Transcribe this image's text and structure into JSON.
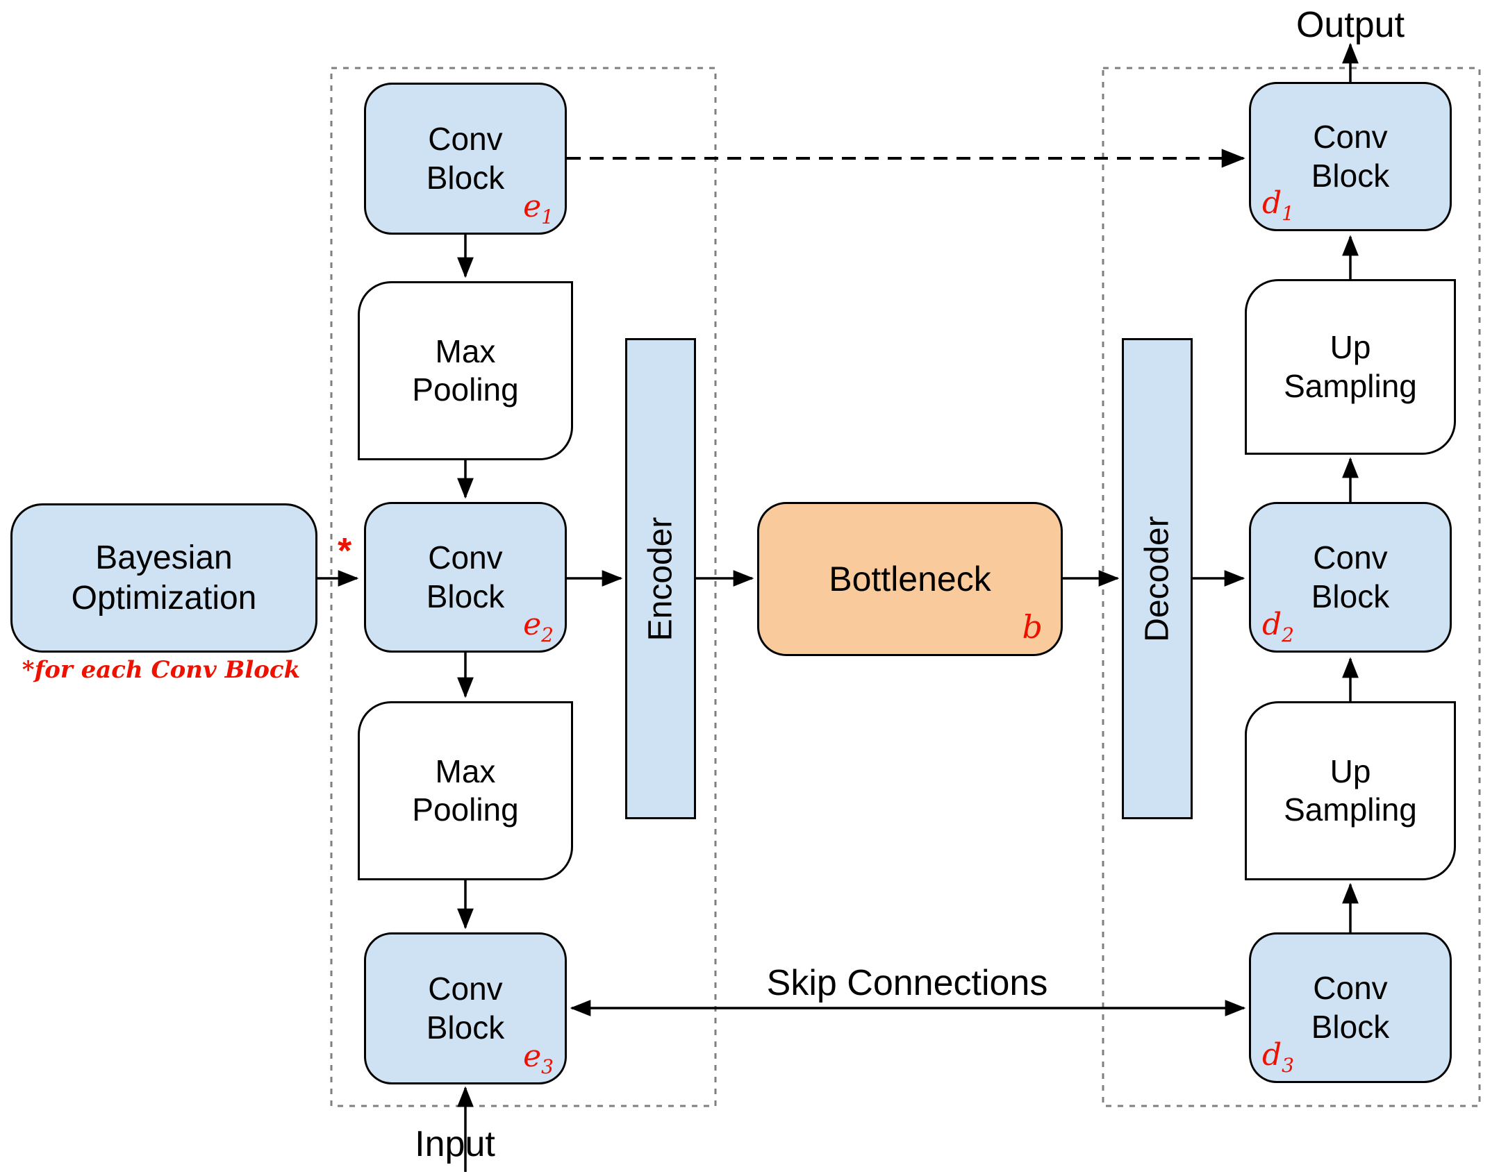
{
  "colors": {
    "conv-fill": "#cfe2f3",
    "pool-fill": "#ffffff",
    "bottleneck-fill": "#f9cb9c",
    "bar-fill": "#cfe2f3",
    "stroke": "#000000",
    "group-stroke": "#7f7f7f",
    "accent-red": "#ee1100"
  },
  "nodes": {
    "bayesian_optimization": {
      "label": "Bayesian Optimization"
    },
    "conv_e1": {
      "label": "Conv Block",
      "tag": "e",
      "tag_sub": "1"
    },
    "max_pool_1": {
      "label": "Max Pooling"
    },
    "conv_e2": {
      "label": "Conv Block",
      "tag": "e",
      "tag_sub": "2"
    },
    "max_pool_2": {
      "label": "Max Pooling"
    },
    "conv_e3": {
      "label": "Conv Block",
      "tag": "e",
      "tag_sub": "3"
    },
    "encoder_bar": {
      "label": "Encoder"
    },
    "bottleneck": {
      "label": "Bottleneck",
      "tag": "b",
      "tag_sub": ""
    },
    "decoder_bar": {
      "label": "Decoder"
    },
    "conv_d1": {
      "label": "Conv Block",
      "tag": "d",
      "tag_sub": "1"
    },
    "up_sampling_1": {
      "label": "Up Sampling"
    },
    "conv_d2": {
      "label": "Conv Block",
      "tag": "d",
      "tag_sub": "2"
    },
    "up_sampling_2": {
      "label": "Up Sampling"
    },
    "conv_d3": {
      "label": "Conv Block",
      "tag": "d",
      "tag_sub": "3"
    }
  },
  "annotations": {
    "output_label": "Output",
    "input_label": "Input",
    "skip_connections_label": "Skip Connections",
    "bo_note": "*for each Conv Block",
    "bo_asterisk": "*"
  }
}
